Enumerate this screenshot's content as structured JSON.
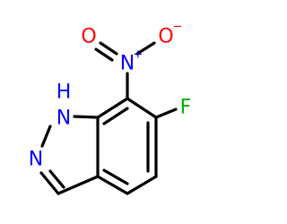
{
  "molecule": {
    "atoms": [
      {
        "id": "nitro_n",
        "element": "N",
        "label": "N",
        "charge": "+",
        "color": "#0000ff"
      },
      {
        "id": "nitro_o1",
        "element": "O",
        "label": "O",
        "color": "#ff0000"
      },
      {
        "id": "nitro_o2",
        "element": "O",
        "label": "O",
        "charge": "−",
        "color": "#ff0000"
      },
      {
        "id": "n1",
        "element": "N",
        "label": "N",
        "color": "#0000ff"
      },
      {
        "id": "h1",
        "element": "H",
        "label": "H",
        "color": "#0000ff"
      },
      {
        "id": "n2",
        "element": "N",
        "label": "N",
        "color": "#0000ff"
      },
      {
        "id": "fluorine",
        "element": "F",
        "label": "F",
        "color": "#00b200"
      }
    ],
    "bond_color": "#000000"
  }
}
